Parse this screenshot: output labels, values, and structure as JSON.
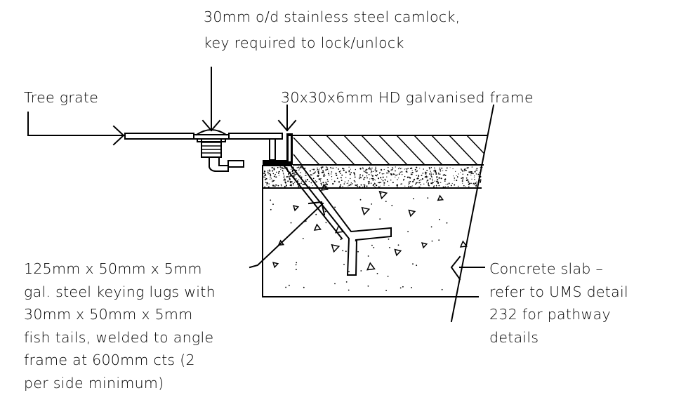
{
  "labels": {
    "camlock": [
      "30mm o/d stainless steel camlock,",
      "key required to lock/unlock"
    ],
    "tree_grate": [
      "Tree grate"
    ],
    "frame": [
      "30x30x6mm HD galvanised frame"
    ],
    "keying_lugs": [
      "125mm x 50mm x 5mm",
      "gal. steel keying lugs with",
      "30mm x 50mm x 5mm",
      "fish tails, welded to angle",
      "frame at 600mm cts (2",
      "per side minimum)"
    ],
    "concrete_slab": [
      "Concrete slab –",
      "refer to UMS detail",
      "232 for pathway",
      "details"
    ]
  }
}
